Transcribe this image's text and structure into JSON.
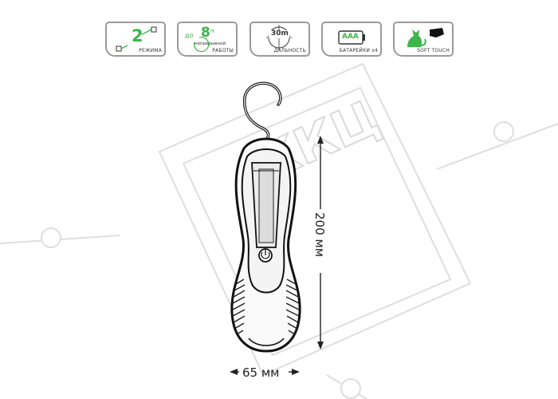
{
  "badges": {
    "modes": {
      "number": "2",
      "caption": "РЕЖИМА"
    },
    "runtime": {
      "prefix": "до",
      "number": "8",
      "unit": "ч",
      "sub": "непрерывной",
      "caption": "РАБОТЫ"
    },
    "range": {
      "value": "30m",
      "caption": "ДАЛЬНОСТЬ"
    },
    "battery": {
      "label": "AAA",
      "caption": "БАТАРЕЙКИ x4"
    },
    "touch": {
      "caption": "SOFT TOUCH"
    }
  },
  "dimensions": {
    "height": "200 мм",
    "width": "65 мм"
  },
  "watermark": {
    "text": "ККЦ"
  },
  "colors": {
    "accent": "#3db54a",
    "outline": "#111111",
    "watermark": "#d9d9d9"
  }
}
